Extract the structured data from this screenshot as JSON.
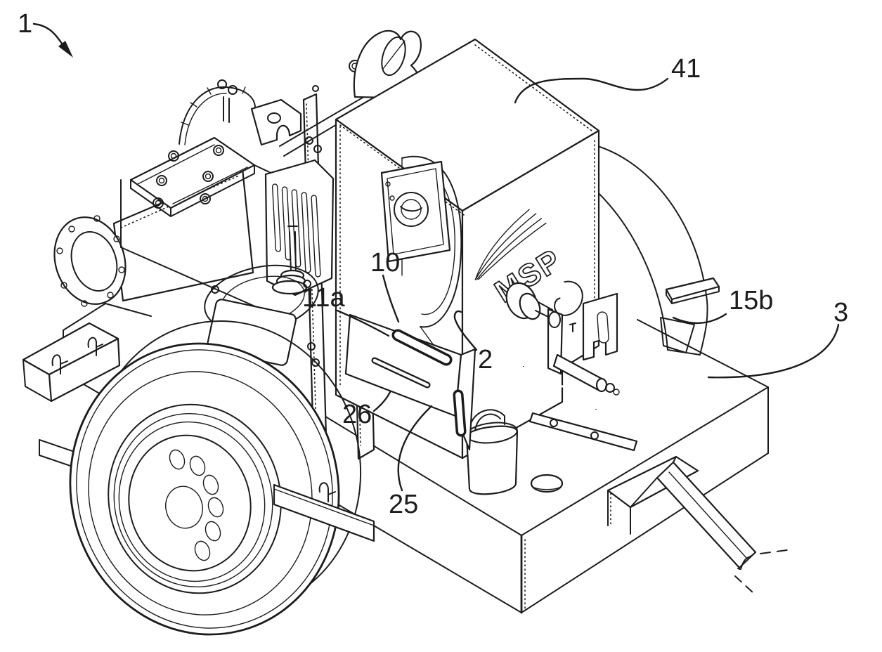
{
  "meta": {
    "kind": "patent-line-drawing",
    "description": "Isometric patent-style line drawing of a wheeled trailer-mounted motor pump unit with protective cover",
    "background_color": "#ffffff",
    "ink_color": "#1c1c1c"
  },
  "drawing": {
    "brand_logo": "MSP",
    "reference_labels": [
      {
        "ref": "1",
        "points_to": "overall pump unit assembly",
        "leader_style": "arrow"
      },
      {
        "ref": "41",
        "points_to": "protective cover / canopy",
        "leader_style": "curved-line"
      },
      {
        "ref": "10",
        "points_to": "pump body seen through cover opening",
        "leader_style": "curved-line"
      },
      {
        "ref": "11a",
        "points_to": "slotted mounting bracket upper slot",
        "leader_style": "straight-line"
      },
      {
        "ref": "2",
        "points_to": "motor-pump module at cover corner",
        "leader_style": "hooked-line"
      },
      {
        "ref": "15b",
        "points_to": "flat support bracket plate",
        "leader_style": "curved-line"
      },
      {
        "ref": "3",
        "points_to": "base frame / skid slab",
        "leader_style": "curved-line"
      },
      {
        "ref": "26",
        "points_to": "lower slot of slotted bracket plate",
        "leader_style": "curved-line"
      },
      {
        "ref": "25",
        "points_to": "bracket support fold flange",
        "leader_style": "curved-line"
      }
    ],
    "components_visible": [
      "front-wheel",
      "rear-wheel",
      "suction-flange-pipe",
      "pump-casing",
      "lifting-eye",
      "protective-cover",
      "cover-access-panel",
      "crank-handle",
      "slotted-bracket",
      "support-bracket",
      "canister",
      "filler-plug",
      "throttle-rod",
      "base-frame",
      "tow-drawbar",
      "angle-bracket"
    ]
  }
}
